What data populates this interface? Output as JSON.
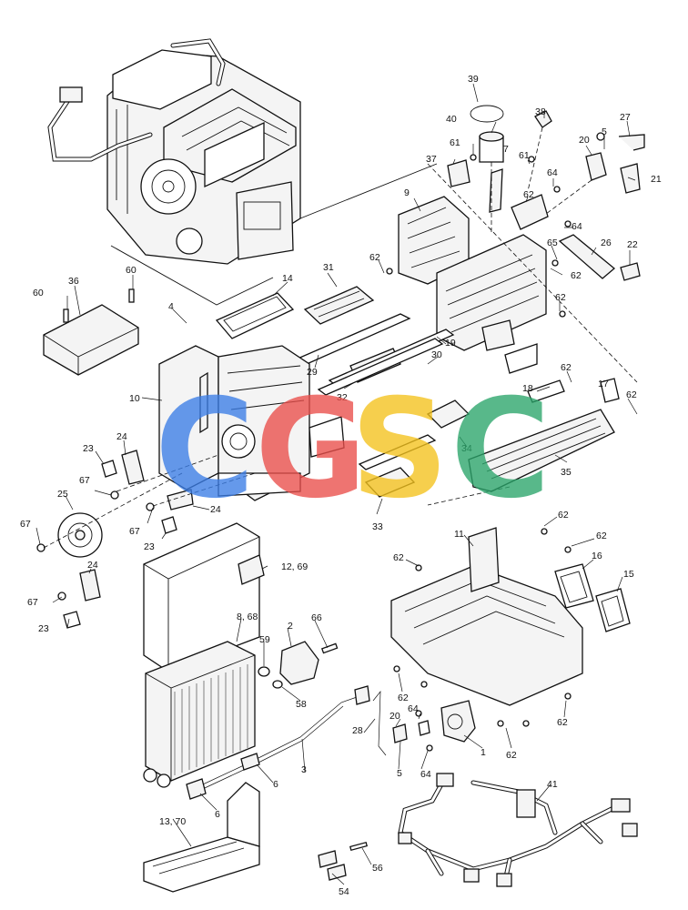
{
  "callouts": {
    "c39": "39",
    "c38": "38",
    "c40": "40",
    "c27": "27",
    "c5a": "5",
    "c20a": "20",
    "c61a": "61",
    "c7": "7",
    "c61b": "61",
    "c37": "37",
    "c64a": "64",
    "c21": "21",
    "c62a": "62",
    "c9": "9",
    "c64b": "64",
    "c26": "26",
    "c65": "65",
    "c22": "22",
    "c62b": "62",
    "c60a": "60",
    "c31": "31",
    "c14": "14",
    "c62c": "62",
    "c62d": "62",
    "c36": "36",
    "c60b": "60",
    "c4": "4",
    "c19": "19",
    "c30": "30",
    "c62e": "62",
    "c18": "18",
    "c17": "17",
    "c29": "29",
    "c32": "32",
    "c10": "10",
    "c62f": "62",
    "c24a": "24",
    "c23a": "23",
    "c34": "34",
    "c67a": "67",
    "c25": "25",
    "c35": "35",
    "c24b": "24",
    "c67b": "67",
    "c23b": "23",
    "c67c": "67",
    "c33": "33",
    "c62g": "62",
    "c11": "11",
    "c62h": "62",
    "c62i": "62",
    "c12_69": "12, 69",
    "c16": "16",
    "c15": "15",
    "c24c": "24",
    "c67d": "67",
    "c23c": "23",
    "c8_68": "8, 68",
    "c2": "2",
    "c66": "66",
    "c59": "59",
    "c58": "58",
    "c62j": "62",
    "c28": "28",
    "c64c": "64",
    "c20b": "20",
    "c3": "3",
    "c62k": "62",
    "c1": "1",
    "c62l": "62",
    "c64d": "64",
    "c5b": "5",
    "c6a": "6",
    "c6b": "6",
    "c41": "41",
    "c13_70": "13, 70",
    "c56": "56",
    "c54": "54"
  },
  "watermark": {
    "letters": [
      "C",
      "G",
      "S",
      "C"
    ],
    "colors": [
      "#3b7de6",
      "#ea4e4a",
      "#f4c21c",
      "#2aa56a"
    ]
  }
}
